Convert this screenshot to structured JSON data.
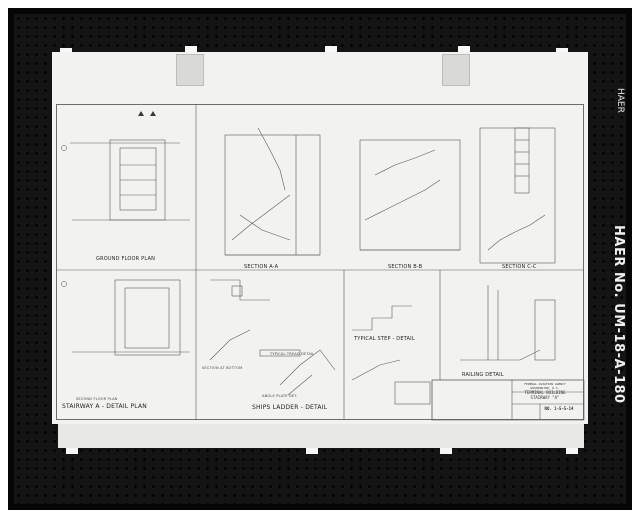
{
  "photo": {
    "caption": "HAER No. UM-18-A-180",
    "caption_small": "HAER"
  },
  "drawing": {
    "views": {
      "ground_floor_plan": "GROUND FLOOR PLAN",
      "section_aa": "SECTION A-A",
      "section_bb": "SECTION B-B",
      "section_cc": "SECTION C-C",
      "second_floor_plan": "SECOND FLOOR PLAN",
      "detail_plan": "STAIRWAY A - DETAIL PLAN",
      "section_at_bottom": "SECTION AT BOTTOM",
      "typical_tread_detail": "TYPICAL TREAD DETAIL",
      "ships_ladder_detail": "SHIPS LADDER - DETAIL",
      "angle_plate_det": "ANGLE PLATE DET.",
      "typical_step_detail": "TYPICAL STEP - DETAIL",
      "railing_detail": "RAILING DETAIL"
    },
    "title_block": {
      "org": "FEDERAL AVIATION AGENCY",
      "sub": "WASHINGTON, D.C.",
      "title": "TERMINAL BUILDING",
      "subtitle": "STAIRWAY \"A\"",
      "number": "NO. 1-5-5-14"
    }
  }
}
